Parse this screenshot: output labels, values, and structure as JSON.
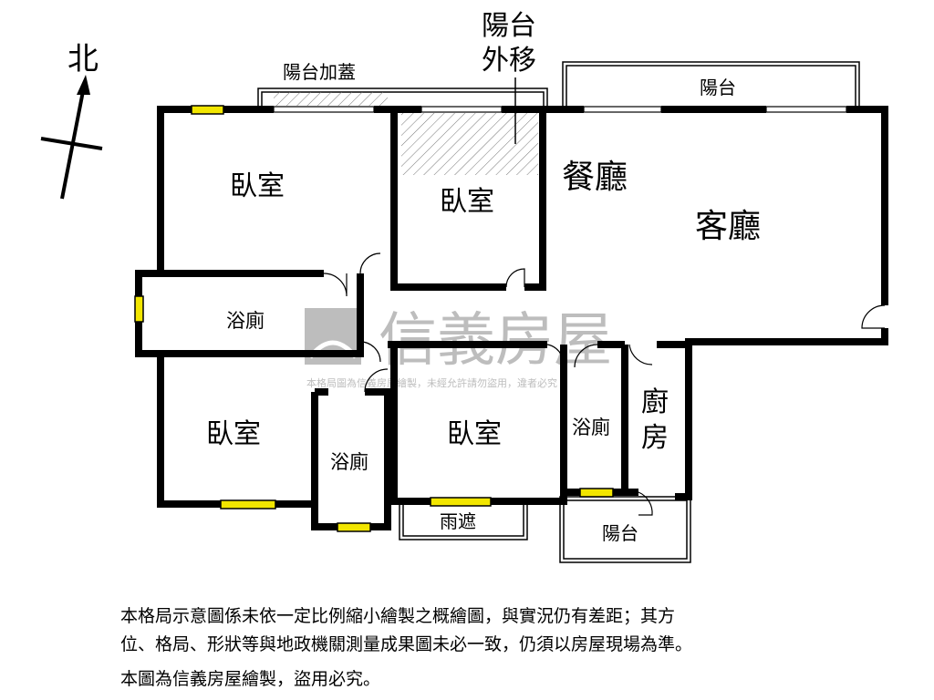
{
  "compass": {
    "north_label": "北"
  },
  "rooms": {
    "bedroom_top_left": "臥室",
    "bedroom_top_middle": "臥室",
    "dining": "餐廳",
    "living": "客廳",
    "bath_left": "浴廁",
    "bedroom_bottom_left": "臥室",
    "bath_bottom": "浴廁",
    "bedroom_bottom_middle": "臥室",
    "bath_right": "浴廁",
    "kitchen_line1": "廚",
    "kitchen_line2": "房"
  },
  "balconies": {
    "enclosed": "陽台加蓋",
    "moved_line1": "陽台",
    "moved_line2": "外移",
    "top_right": "陽台",
    "bottom_right": "陽台",
    "canopy": "雨遮"
  },
  "watermark": {
    "brand": "信義房屋",
    "notice": "本格局圖為信義房屋繪製，未經允許請勿盜用，違者必究"
  },
  "disclaimer": {
    "line1": "本格局示意圖係未依一定比例縮小繪製之概繪圖，與實況仍有差距；其方",
    "line2": "位、格局、形狀等與地政機關測量成果圖未必一致，仍須以房屋現場為準。",
    "line3": "本圖為信義房屋繪製，盜用必究。"
  },
  "colors": {
    "wall": "#000000",
    "window": "#f2e600",
    "watermark": "#999999"
  }
}
